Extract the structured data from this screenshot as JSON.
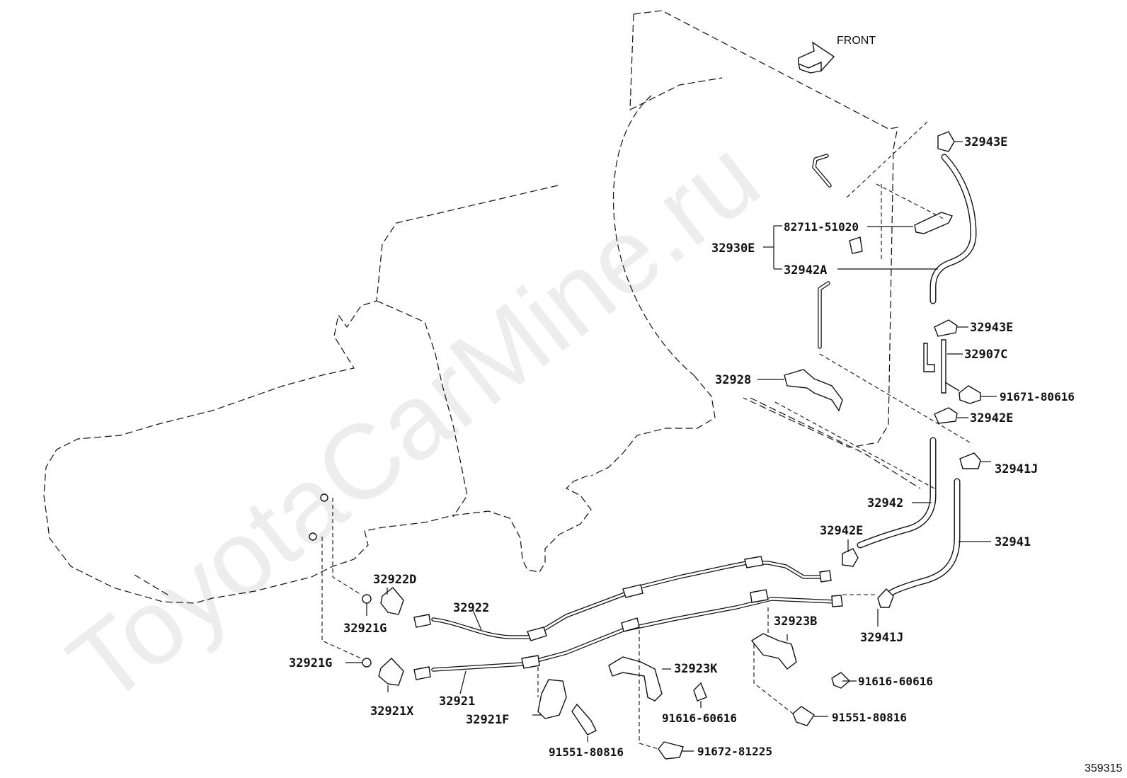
{
  "watermark": "ToyotaCarMine.ru",
  "front_label": "FRONT",
  "diagram_number": "359315",
  "labels": {
    "p32943E_top": "32943E",
    "p82711": "82711-51020",
    "p32930E": "32930E",
    "p32942A": "32942A",
    "p32943E_mid": "32943E",
    "p32907C": "32907C",
    "p91671": "91671-80616",
    "p32928": "32928",
    "p32942E_right": "32942E",
    "p32941J_top": "32941J",
    "p32942": "32942",
    "p32942E_mid": "32942E",
    "p32941": "32941",
    "p32922D": "32922D",
    "p32922": "32922",
    "p32921G_top": "32921G",
    "p32923B": "32923B",
    "p32941J_bottom": "32941J",
    "p32923K": "32923K",
    "p91616_right": "91616-60616",
    "p32921G_left": "32921G",
    "p32921": "32921",
    "p32921X": "32921X",
    "p32921F": "32921F",
    "p91616_mid": "91616-60616",
    "p91551_right": "91551-80816",
    "p91551_bottom": "91551-80816",
    "p91672": "91672-81225"
  }
}
